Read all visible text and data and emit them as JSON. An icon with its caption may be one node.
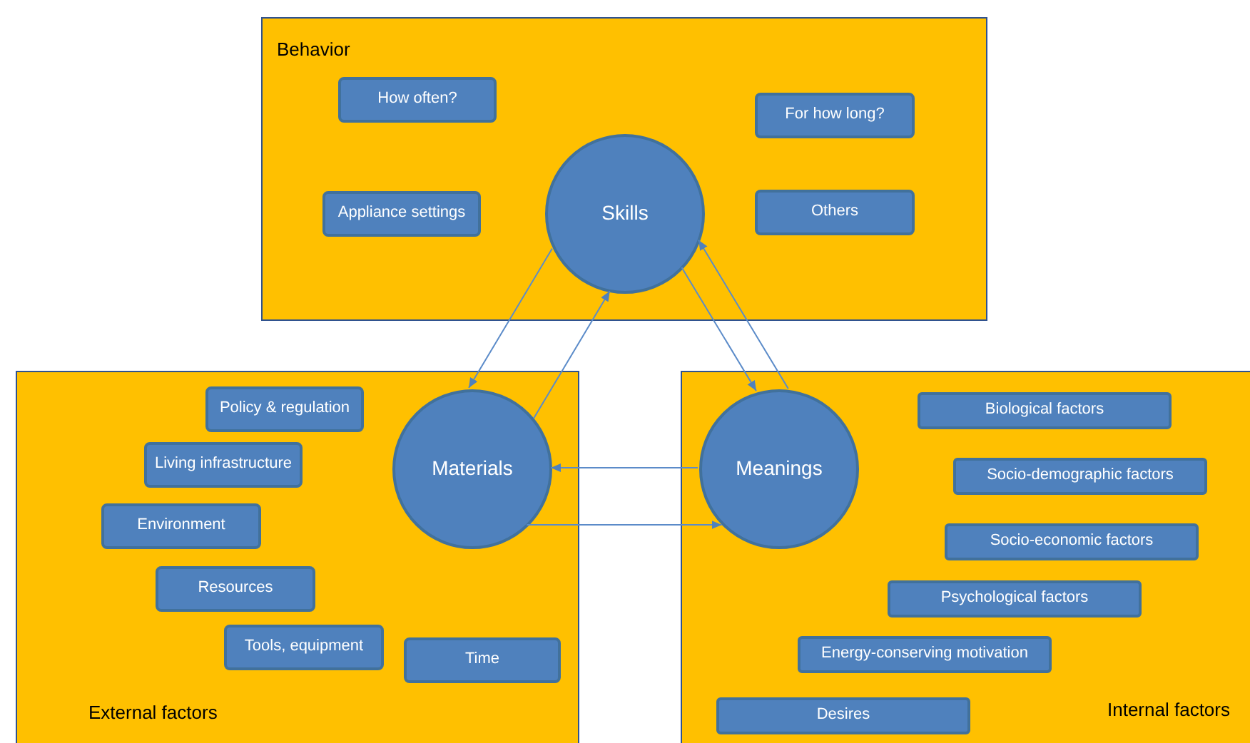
{
  "diagram": {
    "nodes": [
      {
        "text": [
          "Behavior"
        ]
      },
      {
        "text": [
          "How often?"
        ],
        "in": 0
      },
      {
        "text": [
          "For how long?"
        ],
        "in": 0
      },
      {
        "text": [
          "Appliance settings"
        ],
        "in": 0
      },
      {
        "text": [
          "Skills"
        ],
        "in": 0
      },
      {
        "text": [
          "Others"
        ],
        "in": 0
      },
      {
        "text": [
          "External factors"
        ]
      },
      {
        "text": [
          "Policy & regulation"
        ],
        "in": 6
      },
      {
        "text": [
          "Living infrastructure"
        ],
        "in": 6
      },
      {
        "text": [
          "Materials"
        ],
        "in": 6
      },
      {
        "text": [
          "Environment"
        ],
        "in": 6
      },
      {
        "text": [
          "Resources"
        ],
        "in": 6
      },
      {
        "text": [
          "Tools, equipment"
        ],
        "in": 6
      },
      {
        "text": [
          "Time"
        ],
        "in": 6
      },
      {
        "text": [
          "Internal factors"
        ]
      },
      {
        "text": [
          "Meanings"
        ],
        "in": 14
      },
      {
        "text": [
          "Biological factors"
        ],
        "in": 14
      },
      {
        "text": [
          "Socio-demographic factors"
        ],
        "in": 14
      },
      {
        "text": [
          "Socio-economic factors"
        ],
        "in": 14
      },
      {
        "text": [
          "Psychological factors"
        ],
        "in": 14
      },
      {
        "text": [
          "Energy-conserving motivation"
        ],
        "in": 14
      },
      {
        "text": [
          "Desires"
        ],
        "in": 14
      }
    ],
    "edges": [
      {
        "from": 4,
        "to": 9,
        "arrow": "to"
      },
      {
        "from": 9,
        "to": 4,
        "arrow": "to"
      },
      {
        "from": 4,
        "to": 15,
        "arrow": "to"
      },
      {
        "from": 15,
        "to": 4,
        "arrow": "to"
      },
      {
        "from": 15,
        "to": 9,
        "arrow": "to"
      },
      {
        "from": 9,
        "to": 15,
        "arrow": "to"
      }
    ]
  }
}
